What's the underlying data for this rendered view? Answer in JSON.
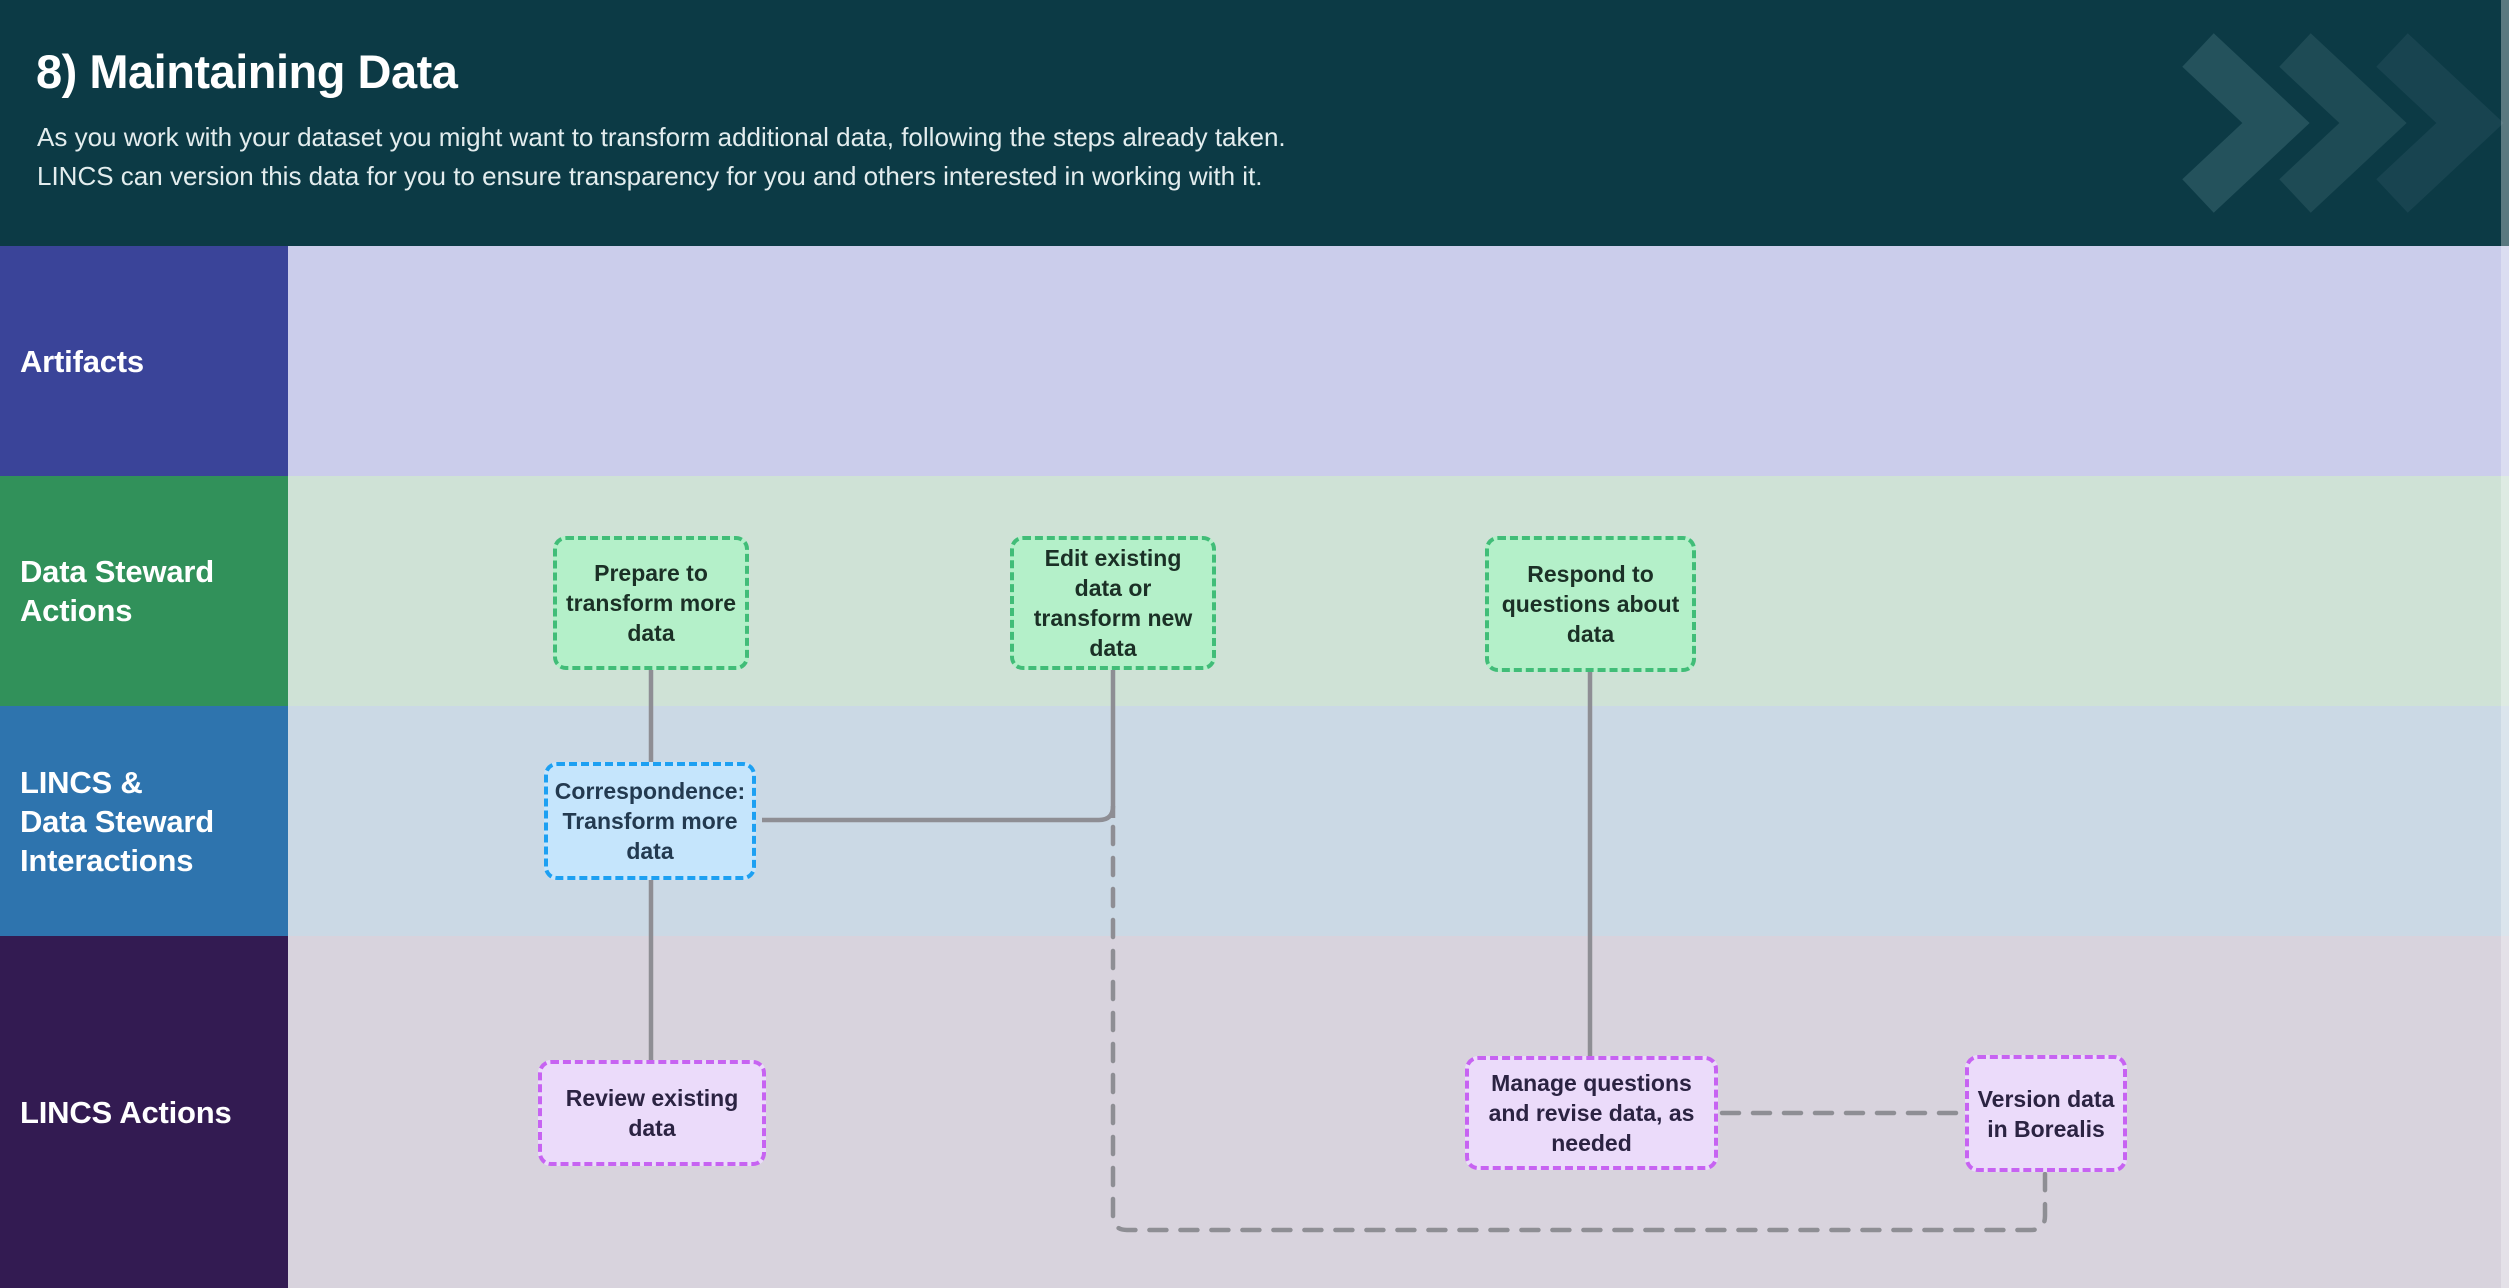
{
  "header": {
    "title": "8) Maintaining Data",
    "subtitle_line1": "As you work with your dataset you might want to transform additional data, following the steps already taken.",
    "subtitle_line2": "LINCS can version this data for you to ensure transparency for you and others interested in working with it.",
    "background_color": "#0c3a45",
    "chevron_icon": "chevrons-right",
    "chevron_colors": [
      "#24525c",
      "#1e4b55",
      "#184450"
    ]
  },
  "lanes": [
    {
      "id": "artifacts",
      "label_lines": [
        "Artifacts"
      ],
      "sidebar_color": "#3a4499",
      "content_color": "#cbcdeb"
    },
    {
      "id": "data-steward-actions",
      "label_lines": [
        "Data Steward",
        "Actions"
      ],
      "sidebar_color": "#31915a",
      "content_color": "#cfe2d6"
    },
    {
      "id": "lincs-data-steward-interactions",
      "label_lines": [
        "LINCS &",
        "Data Steward",
        "Interactions"
      ],
      "sidebar_color": "#2e74ae",
      "content_color": "#cbd9e5"
    },
    {
      "id": "lincs-actions",
      "label_lines": [
        "LINCS Actions"
      ],
      "sidebar_color": "#331b52",
      "content_color": "#d8d3dd"
    }
  ],
  "nodes": {
    "prepare": {
      "label": "Prepare to transform more data",
      "lane": "data-steward-actions",
      "fill": "#b4f0c9",
      "border": "#41bd78",
      "border_style": "dashed"
    },
    "edit": {
      "label": "Edit existing data or transform new data",
      "lane": "data-steward-actions",
      "fill": "#b4f0c9",
      "border": "#41bd78",
      "border_style": "dashed"
    },
    "respond": {
      "label": "Respond to questions about data",
      "lane": "data-steward-actions",
      "fill": "#b4f0c9",
      "border": "#41bd78",
      "border_style": "dashed"
    },
    "correspondence": {
      "label": "Correspondence: Transform more data",
      "lane": "lincs-data-steward-interactions",
      "fill": "#c5e5fc",
      "border": "#1da0f2",
      "border_style": "dashed"
    },
    "review": {
      "label": "Review existing data",
      "lane": "lincs-actions",
      "fill": "#ebdbfa",
      "border": "#c763f2",
      "border_style": "dashed"
    },
    "manage": {
      "label": "Manage questions and revise data, as needed",
      "lane": "lincs-actions",
      "fill": "#ebdbfa",
      "border": "#c763f2",
      "border_style": "dashed"
    },
    "version": {
      "label": "Version data in Borealis",
      "lane": "lincs-actions",
      "fill": "#ebdbfa",
      "border": "#c763f2",
      "border_style": "dashed"
    }
  },
  "connectors": [
    {
      "from": "prepare",
      "to": "correspondence",
      "style": "solid"
    },
    {
      "from": "correspondence",
      "to": "review",
      "style": "solid"
    },
    {
      "from": "correspondence",
      "to": "edit",
      "style": "solid"
    },
    {
      "from": "edit-correspondence-junction",
      "to": "version",
      "style": "dashed"
    },
    {
      "from": "respond",
      "to": "manage",
      "style": "solid"
    },
    {
      "from": "manage",
      "to": "version",
      "style": "dashed"
    }
  ],
  "connector_color": "#8e8e94"
}
